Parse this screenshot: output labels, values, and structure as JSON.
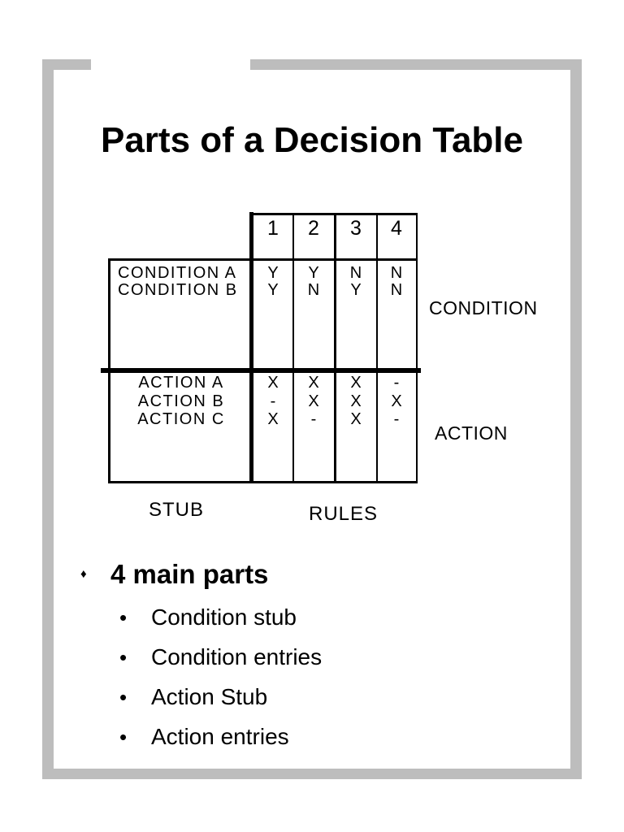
{
  "slide": {
    "title": "Parts of a Decision Table"
  },
  "decision_table": {
    "rule_numbers": [
      "1",
      "2",
      "3",
      "4"
    ],
    "condition_rows": [
      {
        "label": "CONDITION A",
        "entries": [
          "Y",
          "Y",
          "N",
          "N"
        ]
      },
      {
        "label": "CONDITION B",
        "entries": [
          "Y",
          "N",
          "Y",
          "N"
        ]
      }
    ],
    "action_rows": [
      {
        "label": "ACTION A",
        "entries": [
          "X",
          "X",
          "X",
          "-"
        ]
      },
      {
        "label": "ACTION B",
        "entries": [
          "-",
          "X",
          "X",
          "X"
        ]
      },
      {
        "label": "ACTION C",
        "entries": [
          "X",
          "-",
          "X",
          "-"
        ]
      }
    ],
    "labels": {
      "condition": "CONDITION",
      "action": "ACTION",
      "stub": "STUB",
      "rules": "RULES"
    }
  },
  "bullets": {
    "heading": {
      "marker": "♦",
      "text": "4 main parts"
    },
    "items": [
      {
        "marker": "•",
        "text": "Condition stub"
      },
      {
        "marker": "•",
        "text": "Condition entries"
      },
      {
        "marker": "•",
        "text": "Action Stub"
      },
      {
        "marker": "•",
        "text": "Action entries"
      }
    ]
  },
  "colors": {
    "frame_gray": "#bdbdbd",
    "line_black": "#000000",
    "text": "#000000",
    "background": "#ffffff"
  }
}
